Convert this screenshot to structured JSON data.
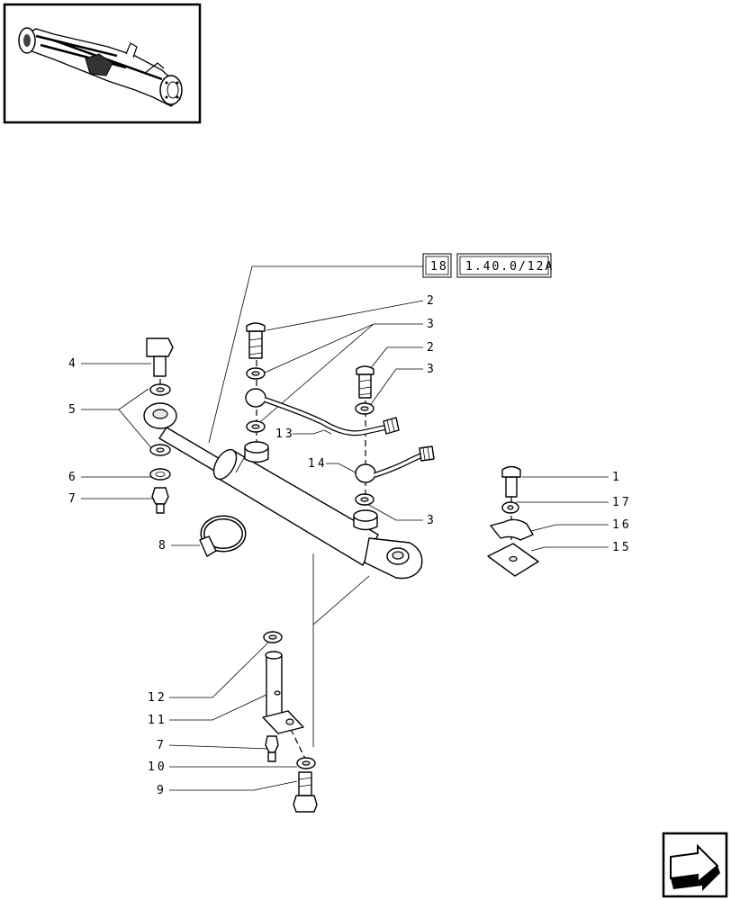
{
  "reference_boxes": {
    "group": "18",
    "page": "1.40.0/12A"
  },
  "callouts": [
    {
      "id": "c-2a",
      "text": "2"
    },
    {
      "id": "c-3a",
      "text": "3"
    },
    {
      "id": "c-2b",
      "text": "2"
    },
    {
      "id": "c-3b",
      "text": "3"
    },
    {
      "id": "c-4",
      "text": "4"
    },
    {
      "id": "c-5",
      "text": "5"
    },
    {
      "id": "c-6",
      "text": "6"
    },
    {
      "id": "c-7a",
      "text": "7"
    },
    {
      "id": "c-8",
      "text": "8"
    },
    {
      "id": "c-13",
      "text": "13"
    },
    {
      "id": "c-14",
      "text": "14"
    },
    {
      "id": "c-3c",
      "text": "3"
    },
    {
      "id": "c-1",
      "text": "1"
    },
    {
      "id": "c-17",
      "text": "17"
    },
    {
      "id": "c-16",
      "text": "16"
    },
    {
      "id": "c-15",
      "text": "15"
    },
    {
      "id": "c-12",
      "text": "12"
    },
    {
      "id": "c-11",
      "text": "11"
    },
    {
      "id": "c-7b",
      "text": "7"
    },
    {
      "id": "c-10",
      "text": "10"
    },
    {
      "id": "c-9",
      "text": "9"
    }
  ],
  "icons": {
    "thumbnail": "axle-assembly-thumbnail",
    "nav": "next-page-arrow-icon"
  }
}
